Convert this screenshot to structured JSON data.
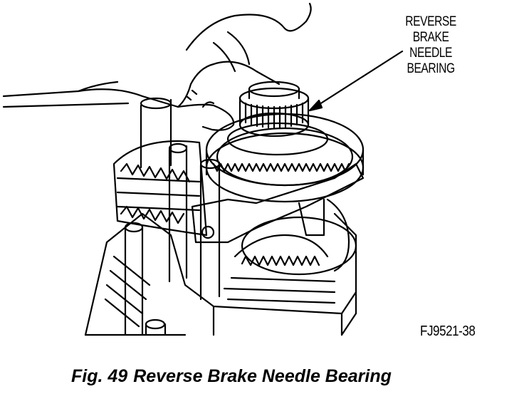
{
  "figure": {
    "callout_label": [
      "REVERSE",
      "BRAKE",
      "NEEDLE",
      "BEARING"
    ],
    "figure_id": "FJ9521-38",
    "caption": {
      "number": "Fig. 49",
      "title": "Reverse Brake Needle Bearing"
    },
    "icons": {
      "hand": "hand-illustration",
      "bearing": "needle-bearing-illustration",
      "gearset": "planetary-gearset-illustration"
    }
  }
}
